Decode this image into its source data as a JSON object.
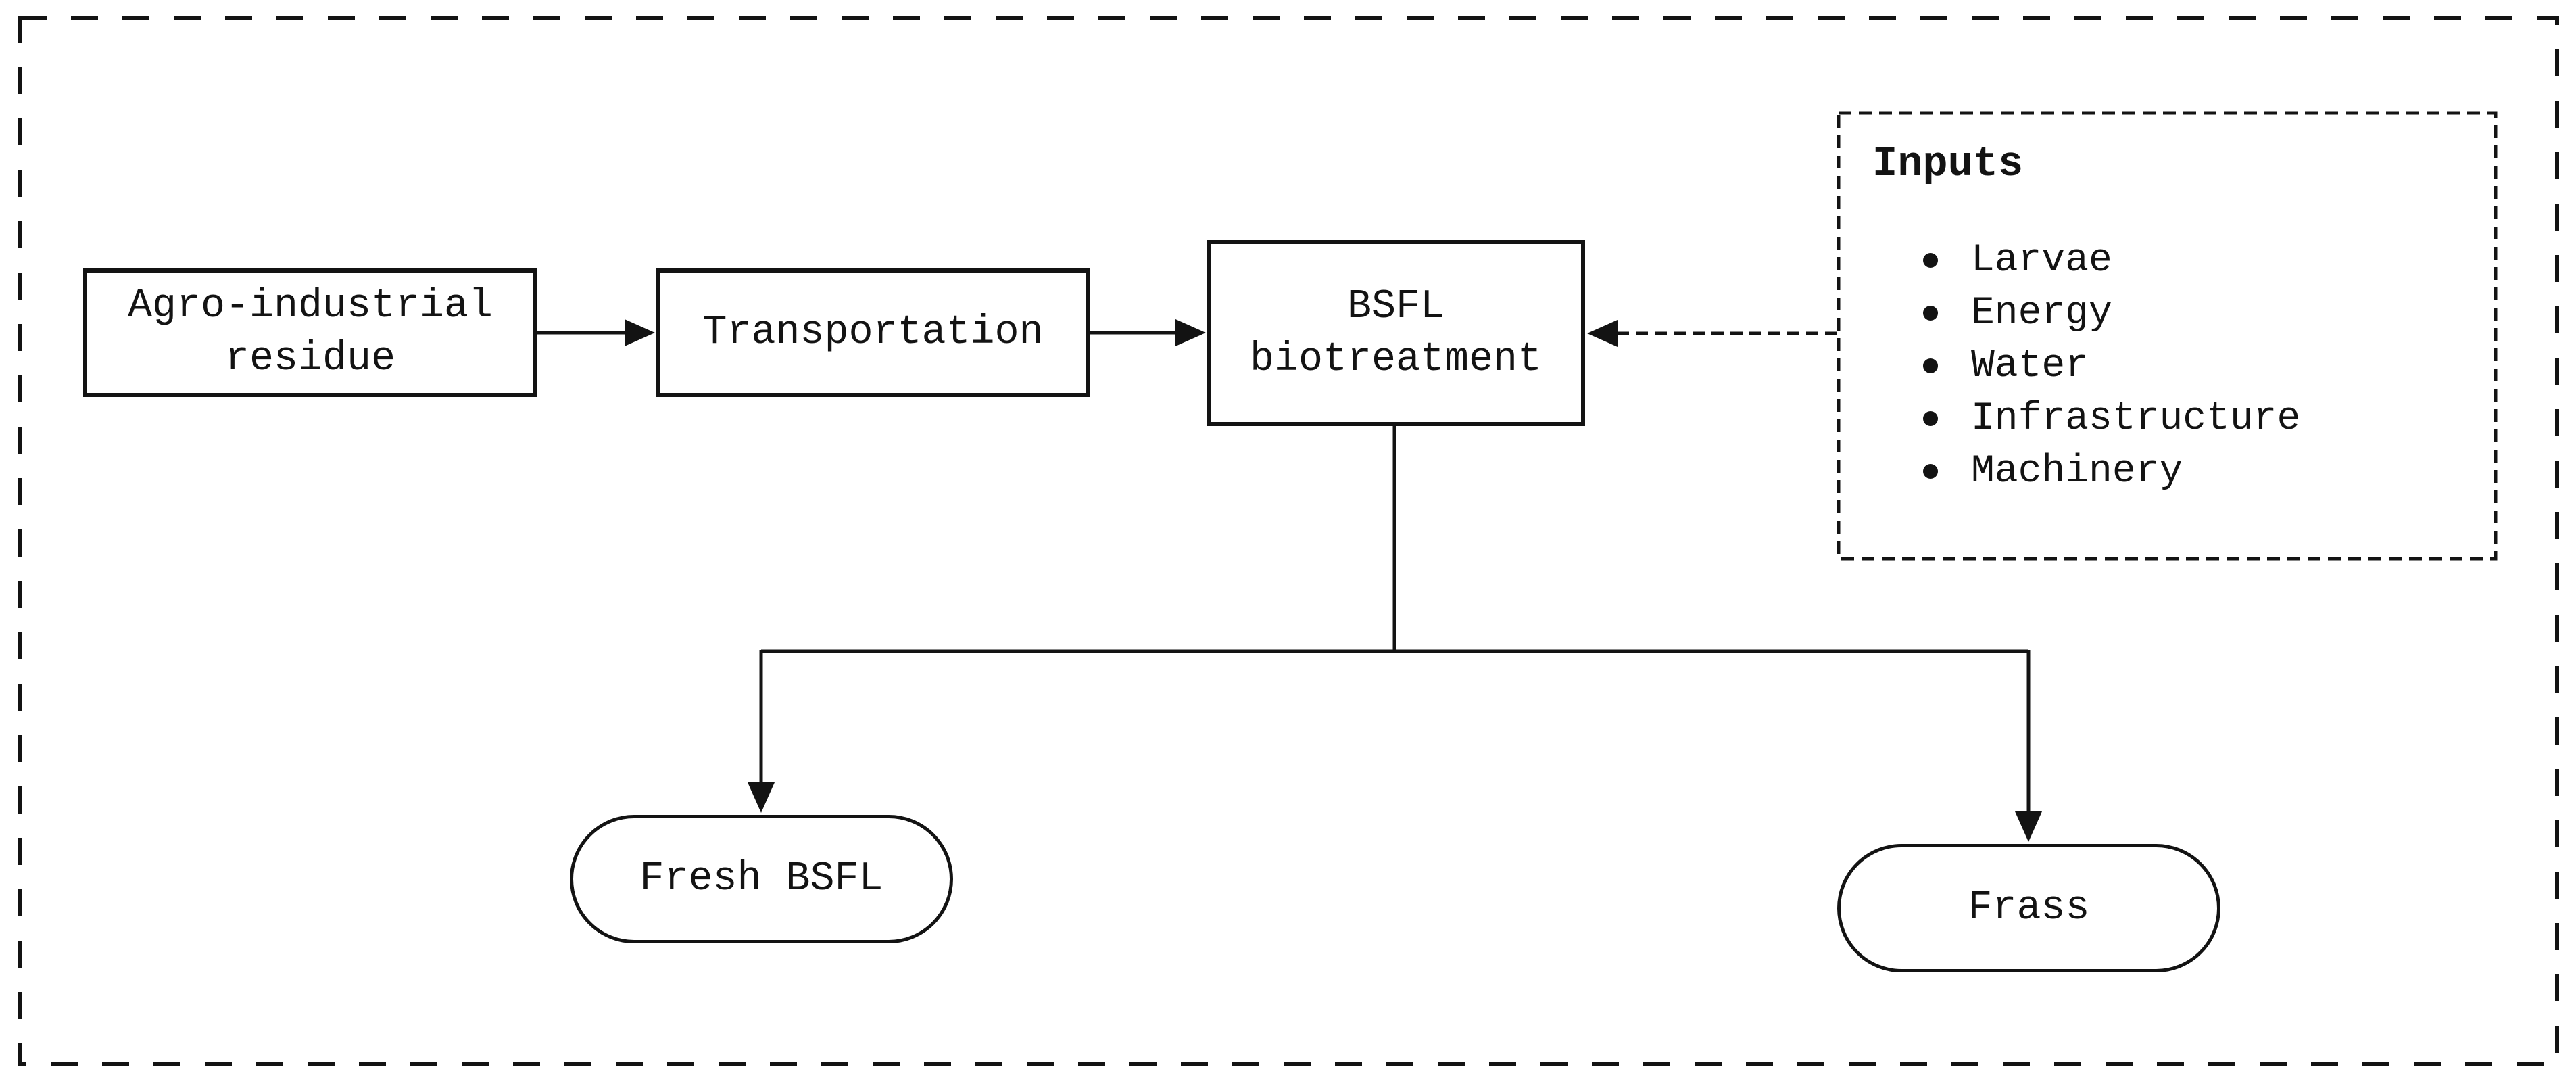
{
  "nodes": {
    "agro_residue": {
      "line1": "Agro-industrial",
      "line2": "residue"
    },
    "transportation": {
      "label": "Transportation"
    },
    "bsfl_biotreatment": {
      "line1": "BSFL",
      "line2": "biotreatment"
    },
    "fresh_bsfl": {
      "label": "Fresh BSFL"
    },
    "frass": {
      "label": "Frass"
    }
  },
  "inputs_panel": {
    "title": "Inputs",
    "items": [
      "Larvae",
      "Energy",
      "Water",
      "Infrastructure",
      "Machinery"
    ]
  },
  "colors": {
    "ink": "#131313",
    "background": "#ffffff"
  }
}
